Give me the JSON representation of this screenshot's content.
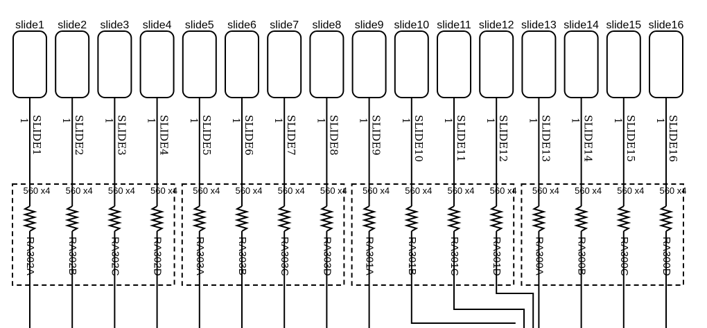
{
  "channels": [
    {
      "slide_label": "slide1",
      "net_label": "SLIDE1",
      "pin": "1",
      "resistor_value": "560 x4",
      "ref": "RA302A"
    },
    {
      "slide_label": "slide2",
      "net_label": "SLIDE2",
      "pin": "1",
      "resistor_value": "560 x4",
      "ref": "RA302B"
    },
    {
      "slide_label": "slide3",
      "net_label": "SLIDE3",
      "pin": "1",
      "resistor_value": "560 x4",
      "ref": "RA302C"
    },
    {
      "slide_label": "slide4",
      "net_label": "SLIDE4",
      "pin": "1",
      "resistor_value": "560 x4",
      "ref": "RA302D"
    },
    {
      "slide_label": "slide5",
      "net_label": "SLIDE5",
      "pin": "1",
      "resistor_value": "560 x4",
      "ref": "RA303A"
    },
    {
      "slide_label": "slide6",
      "net_label": "SLIDE6",
      "pin": "1",
      "resistor_value": "560 x4",
      "ref": "RA303B"
    },
    {
      "slide_label": "slide7",
      "net_label": "SLIDE7",
      "pin": "1",
      "resistor_value": "560 x4",
      "ref": "RA303C"
    },
    {
      "slide_label": "slide8",
      "net_label": "SLIDE8",
      "pin": "1",
      "resistor_value": "560 x4",
      "ref": "RA303D"
    },
    {
      "slide_label": "slide9",
      "net_label": "SLIDE9",
      "pin": "1",
      "resistor_value": "560 x4",
      "ref": "RA301A"
    },
    {
      "slide_label": "slide10",
      "net_label": "SLIDE10",
      "pin": "1",
      "resistor_value": "560 x4",
      "ref": "RA301B"
    },
    {
      "slide_label": "slide11",
      "net_label": "SLIDE11",
      "pin": "1",
      "resistor_value": "560 x4",
      "ref": "RA301C"
    },
    {
      "slide_label": "slide12",
      "net_label": "SLIDE12",
      "pin": "1",
      "resistor_value": "560 x4",
      "ref": "RA301D"
    },
    {
      "slide_label": "slide13",
      "net_label": "SLIDE13",
      "pin": "1",
      "resistor_value": "560 x4",
      "ref": "RA300A"
    },
    {
      "slide_label": "slide14",
      "net_label": "SLIDE14",
      "pin": "1",
      "resistor_value": "560 x4",
      "ref": "RA300B"
    },
    {
      "slide_label": "slide15",
      "net_label": "SLIDE15",
      "pin": "1",
      "resistor_value": "560 x4",
      "ref": "RA300C"
    },
    {
      "slide_label": "slide16",
      "net_label": "SLIDE16",
      "pin": "1",
      "resistor_value": "560 x4",
      "ref": "RA300D"
    }
  ],
  "colors": {
    "line": "#000000",
    "background": "#ffffff"
  }
}
